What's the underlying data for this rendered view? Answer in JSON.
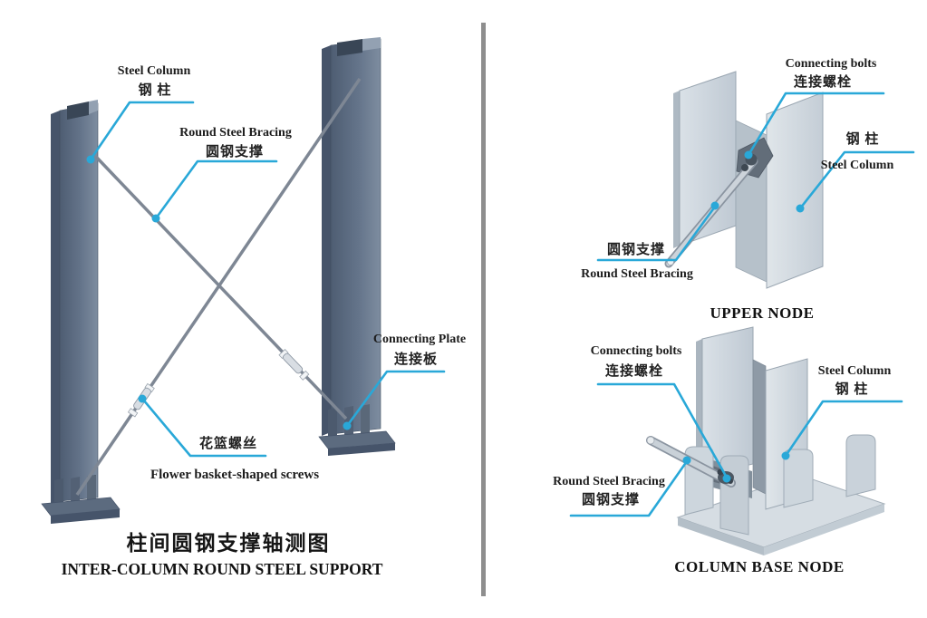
{
  "accent_color": "#29a8d8",
  "divider_color": "#8e8e8e",
  "left_panel": {
    "labels": {
      "steel_column": {
        "en": "Steel Column",
        "zh": "钢 柱"
      },
      "round_steel_bracing": {
        "en": "Round Steel Bracing",
        "zh": "圆钢支撑"
      },
      "connecting_plate": {
        "en": "Connecting Plate",
        "zh": "连接板"
      },
      "flower_basket_screws": {
        "zh": "花篮螺丝",
        "en": "Flower basket-shaped screws"
      }
    },
    "title": {
      "zh": "柱间圆钢支撑轴测图",
      "en": "INTER-COLUMN ROUND STEEL SUPPORT"
    }
  },
  "right_panel": {
    "upper_node": {
      "labels": {
        "connecting_bolts": {
          "en": "Connecting bolts",
          "zh": "连接螺栓"
        },
        "steel_column": {
          "zh": "钢 柱",
          "en": "Steel Column"
        },
        "round_steel_bracing": {
          "zh": "圆钢支撑",
          "en": "Round Steel Bracing"
        }
      },
      "title": "UPPER NODE"
    },
    "column_base_node": {
      "labels": {
        "connecting_bolts": {
          "en": "Connecting bolts",
          "zh": "连接螺栓"
        },
        "steel_column": {
          "en": "Steel Column",
          "zh": "钢 柱"
        },
        "round_steel_bracing": {
          "en": "Round Steel Bracing",
          "zh": "圆钢支撑"
        }
      },
      "title": "COLUMN BASE NODE"
    }
  }
}
